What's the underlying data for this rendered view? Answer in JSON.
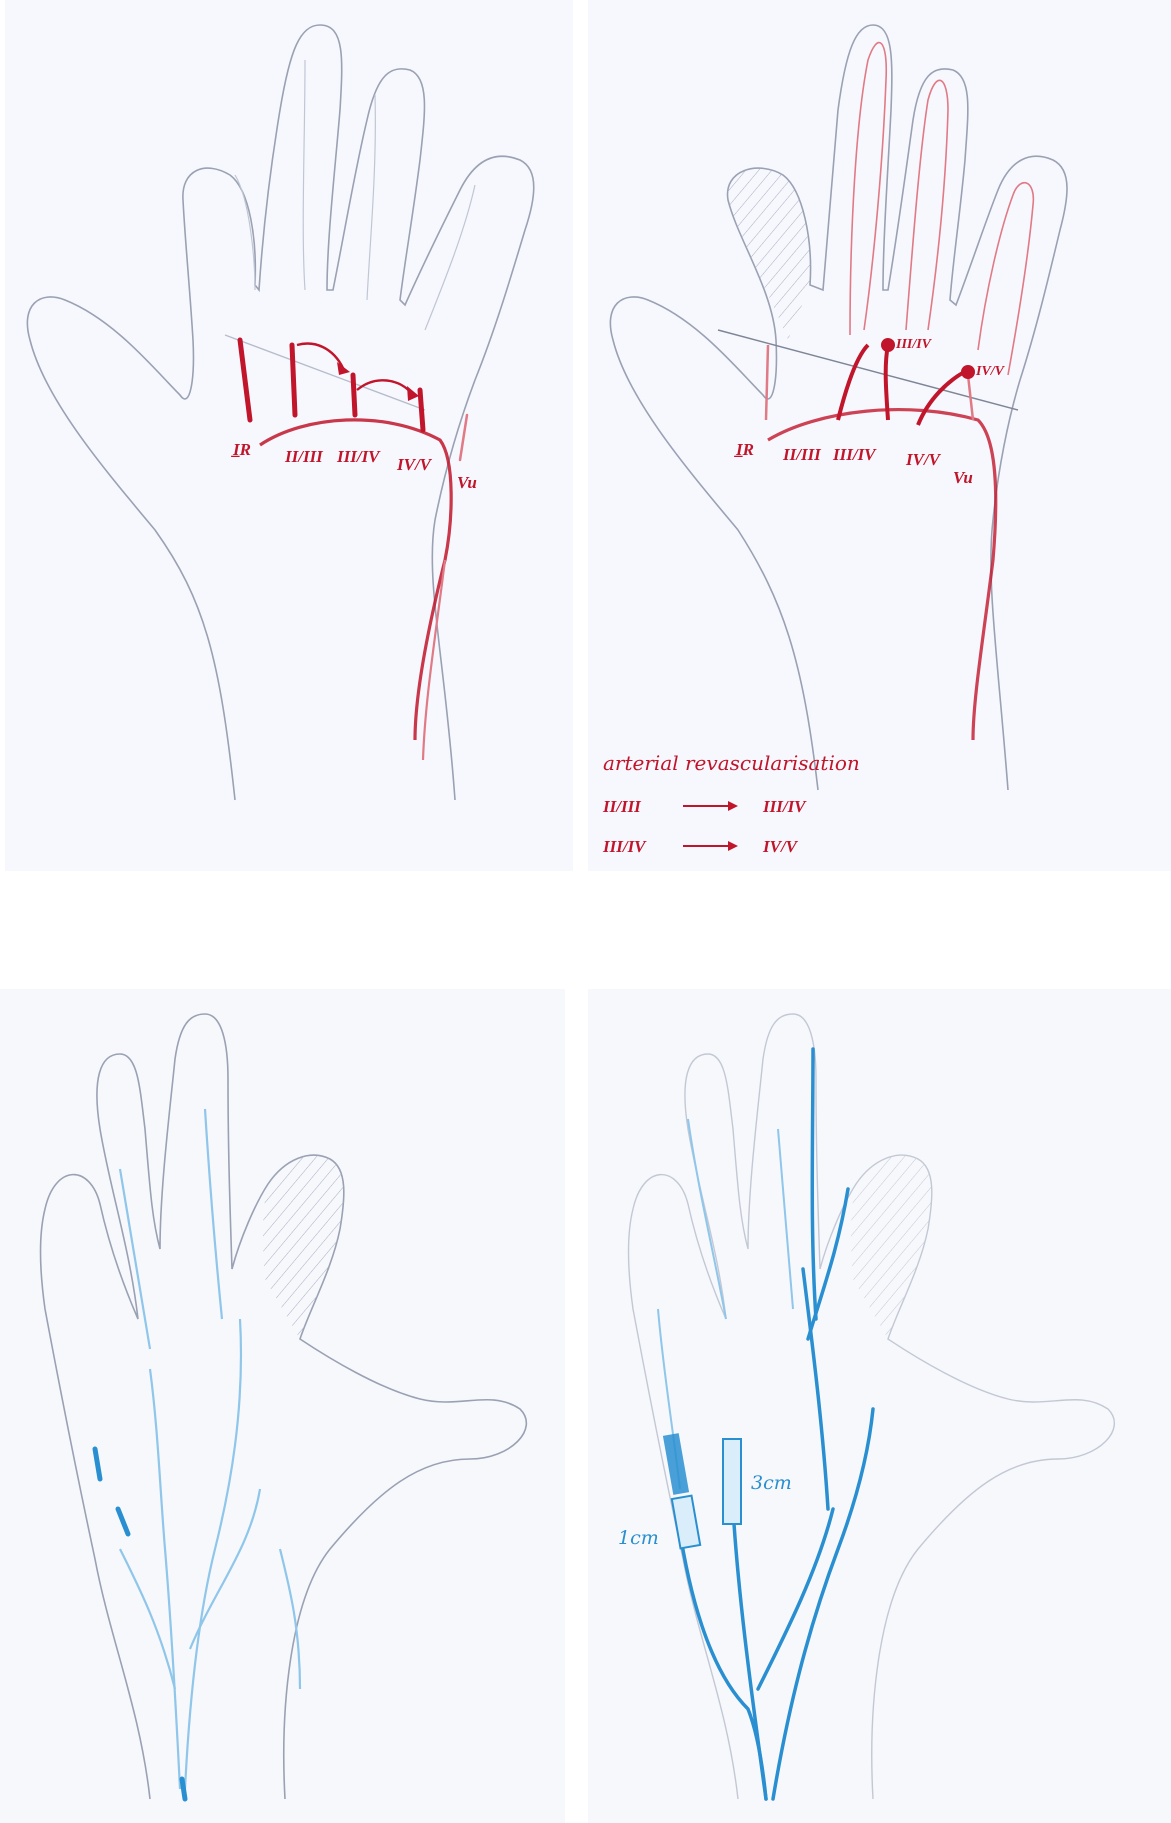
{
  "colors": {
    "outline": "#9aa1b3",
    "artery": "#c0152a",
    "artery_light": "#e07a86",
    "vein": "#2a8fd0",
    "vein_light": "#8fc6ea",
    "hatch": "#a8aec0"
  },
  "panels": {
    "top_left": {
      "labels": {
        "ir": "I̲R",
        "ii_iii": "II/III",
        "iii_iv": "III/IV",
        "iv_v": "IV/V",
        "vu": "Vu"
      }
    },
    "top_right": {
      "labels": {
        "ir": "I̲R",
        "ii_iii": "II/III",
        "iii_iv": "III/IV",
        "iv_v": "IV/V",
        "vu": "Vu",
        "junction_iii_iv": "III/IV",
        "junction_iv_v": "IV/V"
      },
      "legend": {
        "title": "arterial revascularisation",
        "rows": [
          {
            "from": "II/III",
            "to": "III/IV"
          },
          {
            "from": "III/IV",
            "to": "IV/V"
          }
        ]
      }
    },
    "bottom_right": {
      "measurements": {
        "short": "1cm",
        "long": "3cm"
      }
    }
  }
}
